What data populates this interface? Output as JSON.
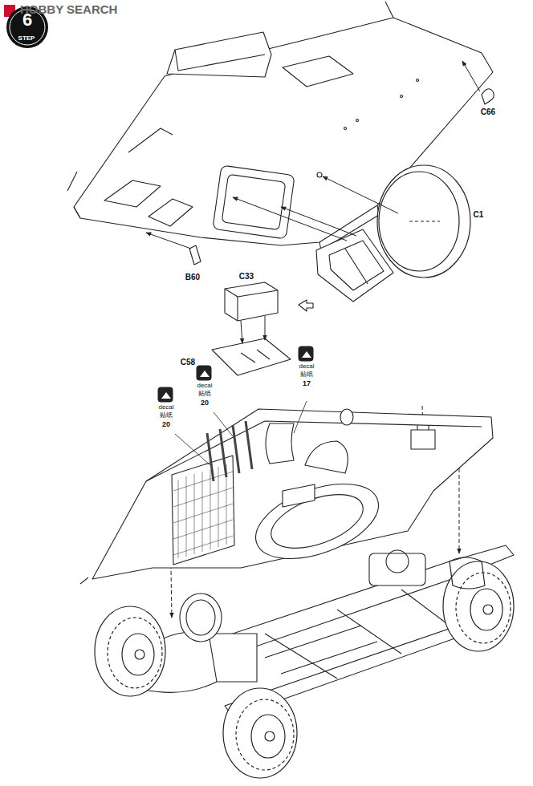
{
  "diagram": {
    "labels": [
      "HOBBY SEARCH",
      "6",
      "STEP",
      "C66",
      "C1",
      "B60",
      "C33",
      "C58",
      "decal",
      "贴纸",
      "17",
      "decal",
      "贴纸",
      "20",
      "decal",
      "贴纸",
      "20"
    ]
  }
}
